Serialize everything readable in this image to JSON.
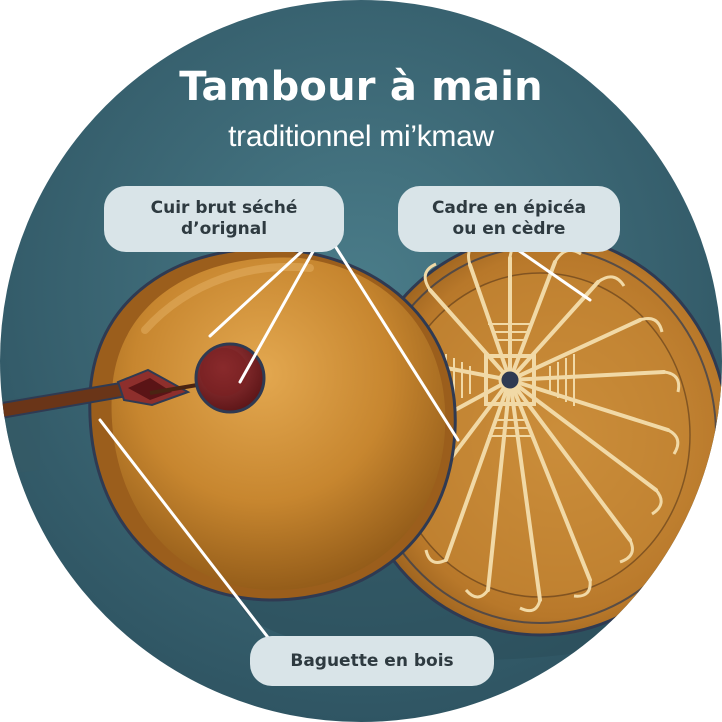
{
  "title": {
    "main": "Tambour à main",
    "sub": "traditionnel mi’kmaw"
  },
  "labels": {
    "hide": {
      "line1": "Cuir brut séché",
      "line2": "d’orignal"
    },
    "frame": {
      "line1": "Cadre en épicéa",
      "line2": "ou en cèdre"
    },
    "stick": {
      "line1": "Baguette en bois"
    }
  },
  "colors": {
    "background_circle": "#3f6f7d",
    "drum_hide": "#c98a32",
    "frame_dark": "#2f3a52",
    "lacing": "#f1d9a6",
    "stick_head": "#7a1f22",
    "label_bg": "#d9e4e8",
    "label_text": "#2e3a40"
  }
}
